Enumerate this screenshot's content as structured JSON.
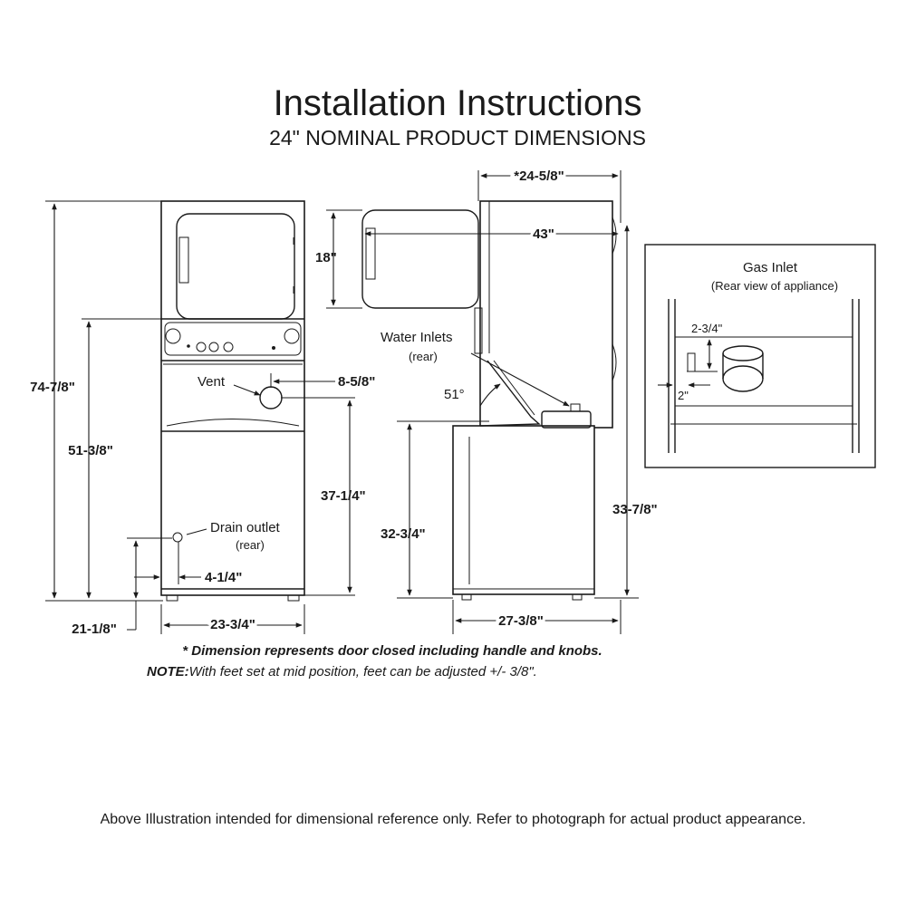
{
  "title": "Installation Instructions",
  "subtitle": "24\"  NOMINAL PRODUCT DIMENSIONS",
  "front_view": {
    "overall_height": "74-7/8\"",
    "dryer_door_base_height": "51-3/8\"",
    "vent_label": "Vent",
    "vent_offset": "8-5/8\"",
    "vent_height": "37-1/4\"",
    "drain_label": "Drain outlet",
    "drain_sub": "(rear)",
    "drain_offset": "4-1/4\"",
    "drain_height": "21-1/8\"",
    "width": "23-3/4\""
  },
  "side_view": {
    "depth": "*24-5/8\"",
    "door_open_depth": "43\"",
    "door_height": "18\"",
    "water_inlets_label": "Water Inlets",
    "water_inlets_sub": "(rear)",
    "lid_angle": "51°",
    "lid_height": "32-3/4\"",
    "rear_height": "33-7/8\"",
    "base_depth": "27-3/8\""
  },
  "gas_inset": {
    "title": "Gas Inlet",
    "subtitle": "(Rear view of appliance)",
    "height": "2-3/4\"",
    "offset": "2\""
  },
  "notes": {
    "note1": "* Dimension represents door closed including handle and knobs.",
    "note2_label": "NOTE:",
    "note2_text": "With feet set at mid position, feet can be adjusted +/- 3/8\"."
  },
  "disclaimer": "Above Illustration intended for dimensional reference only. Refer to photograph for actual product appearance."
}
